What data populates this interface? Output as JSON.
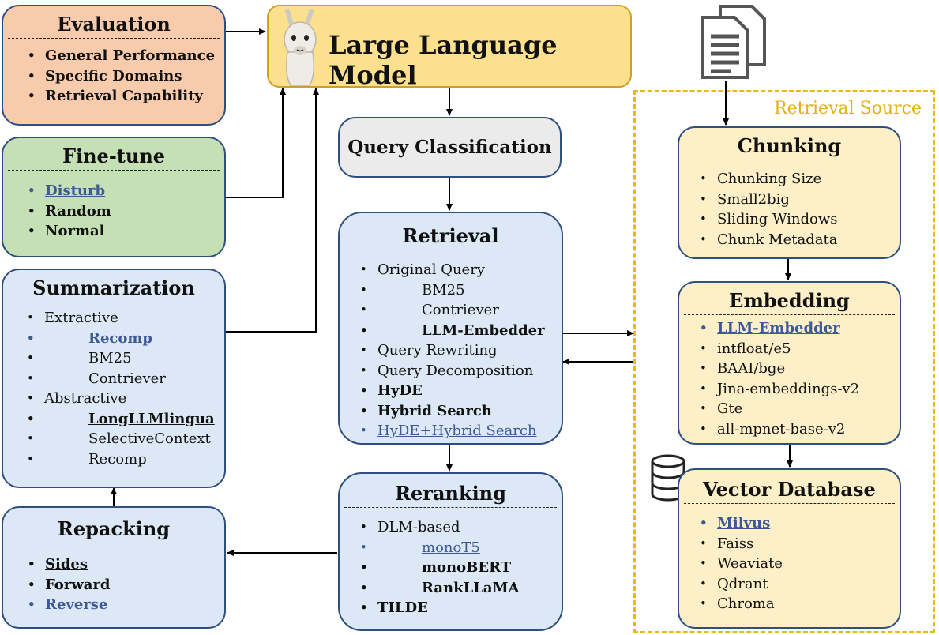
{
  "llm": {
    "title": "Large Language Model",
    "llama_icon": "llama-icon"
  },
  "evaluation": {
    "title": "Evaluation",
    "items": [
      "General Performance",
      "Specific Domains",
      "Retrieval Capability"
    ]
  },
  "finetune": {
    "title": "Fine-tune",
    "items": [
      "Disturb",
      "Random",
      "Normal"
    ]
  },
  "summarization": {
    "title": "Summarization",
    "extractive": "Extractive",
    "extractive_items": [
      "Recomp",
      "BM25",
      "Contriever"
    ],
    "abstractive": "Abstractive",
    "abstractive_items": [
      "LongLLMlingua",
      "SelectiveContext",
      "Recomp"
    ]
  },
  "repacking": {
    "title": "Repacking",
    "items": [
      "Sides",
      "Forward",
      "Reverse"
    ]
  },
  "query_classification": {
    "title": "Query Classification"
  },
  "retrieval": {
    "title": "Retrieval",
    "original_query": "Original Query",
    "original_items": [
      "BM25",
      "Contriever",
      "LLM-Embedder"
    ],
    "items": [
      "Query Rewriting",
      "Query Decomposition",
      "HyDE",
      "Hybrid Search",
      "HyDE+Hybrid Search"
    ]
  },
  "reranking": {
    "title": "Reranking",
    "dlm": "DLM-based",
    "dlm_items": [
      "monoT5",
      "monoBERT",
      "RankLLaMA"
    ],
    "tilde": "TILDE"
  },
  "retrieval_source": {
    "label": "Retrieval Source"
  },
  "chunking": {
    "title": "Chunking",
    "items": [
      "Chunking Size",
      "Small2big",
      "Sliding Windows",
      "Chunk Metadata"
    ]
  },
  "embedding": {
    "title": "Embedding",
    "items": [
      "LLM-Embedder",
      "intfloat/e5",
      "BAAI/bge",
      "Jina-embeddings-v2",
      "Gte",
      "all-mpnet-base-v2"
    ]
  },
  "vector_db": {
    "title": "Vector Database",
    "items": [
      "Milvus",
      "Faiss",
      "Weaviate",
      "Qdrant",
      "Chroma"
    ]
  },
  "icons": {
    "documents": "documents-icon",
    "database": "database-icon"
  },
  "colors": {
    "evaluation_fill": "#f8cbad",
    "finetune_fill": "#c5e0b4",
    "blue_fill": "#dce8f5",
    "llm_fill": "#fce08e",
    "yellow_fill": "#fdefc8",
    "gray_fill": "#ebebeb",
    "highlight_blue": "#3d5a95",
    "retrieval_source_border": "#e8b817"
  }
}
